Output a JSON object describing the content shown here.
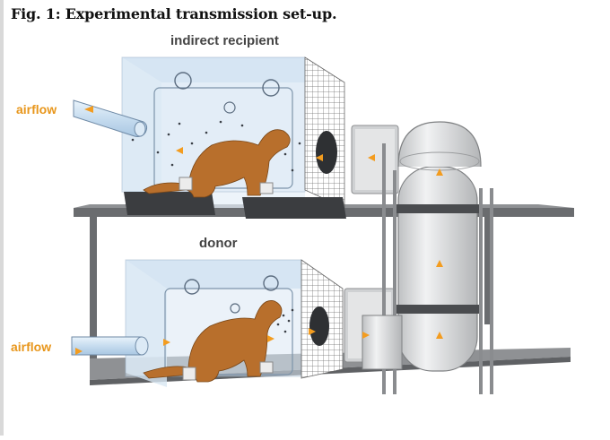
{
  "figure": {
    "title": "Fig. 1: Experimental transmission set-up."
  },
  "labels": {
    "upper_cage": "indirect recipient",
    "lower_cage": "donor",
    "airflow_top": "airflow",
    "airflow_bottom": "airflow"
  },
  "colors": {
    "airflow_arrow": "#f39c1f",
    "airflow_text": "#e8961b",
    "ferret": "#b86f2c",
    "cage_glass": "#dbe9f5",
    "shelf": "#77797c",
    "duct": "#d9dadb"
  }
}
